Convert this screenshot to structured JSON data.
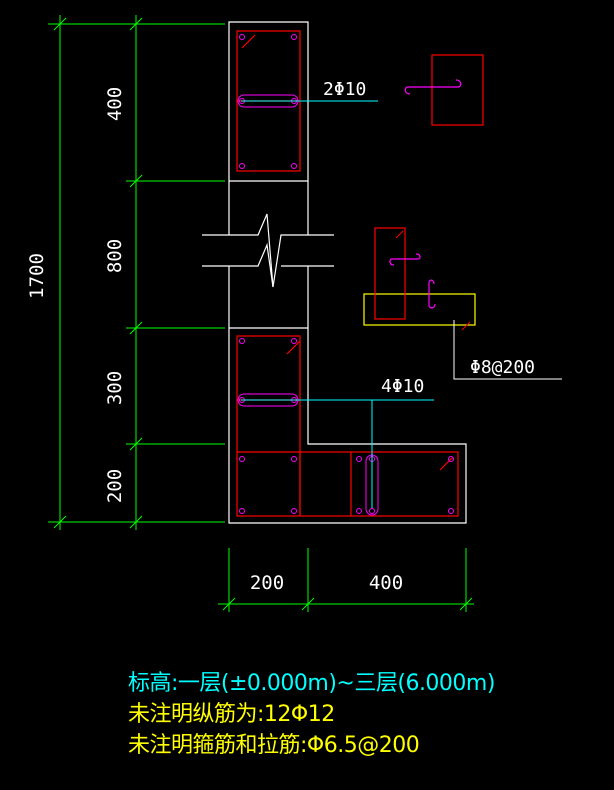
{
  "colors": {
    "background": "#000000",
    "dimension": "#00ff00",
    "outline": "#ffffff",
    "rebar": "#ff0000",
    "tie": "#ff00ff",
    "leader": "#00ffff",
    "note_text": "#ffff00",
    "wall_section": "#ffff00"
  },
  "dimensions": {
    "vertical_total": "1700",
    "vertical_segments": [
      "400",
      "800",
      "300",
      "200"
    ],
    "horizontal_segments": [
      "200",
      "400"
    ]
  },
  "callouts": {
    "top_bars": "2Φ10",
    "lower_bars": "4Φ10",
    "stirrup": "Φ8@200"
  },
  "notes": [
    "标高:一层(±0.000m)~三层(6.000m)",
    "未注明纵筋为:12Φ12",
    "未注明箍筋和拉筋:Φ6.5@200"
  ]
}
